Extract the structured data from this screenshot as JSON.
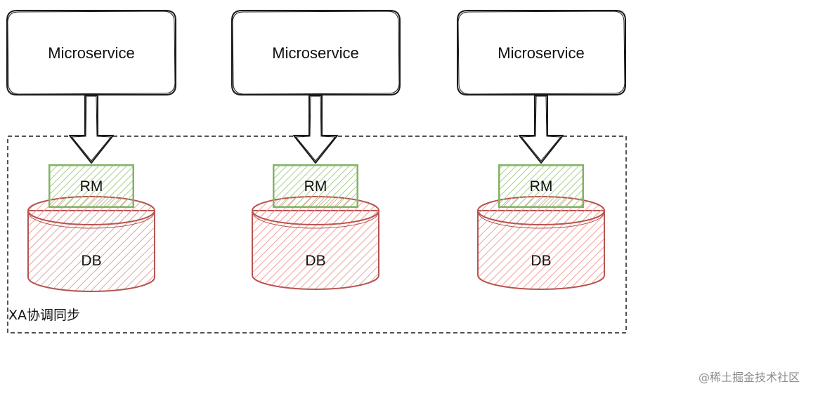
{
  "diagram": {
    "nodes": [
      {
        "service_label": "Microservice",
        "rm_label": "RM",
        "db_label": "DB"
      },
      {
        "service_label": "Microservice",
        "rm_label": "RM",
        "db_label": "DB"
      },
      {
        "service_label": "Microservice",
        "rm_label": "RM",
        "db_label": "DB"
      }
    ],
    "group_label": "XA协调同步"
  },
  "colors": {
    "stroke": "#1a1a1a",
    "rm_stroke": "#82b366",
    "rm_hatch": "#a6cf8a",
    "db_stroke": "#b85450",
    "db_hatch": "#e8a3a0"
  },
  "watermark": "@稀土掘金技术社区"
}
